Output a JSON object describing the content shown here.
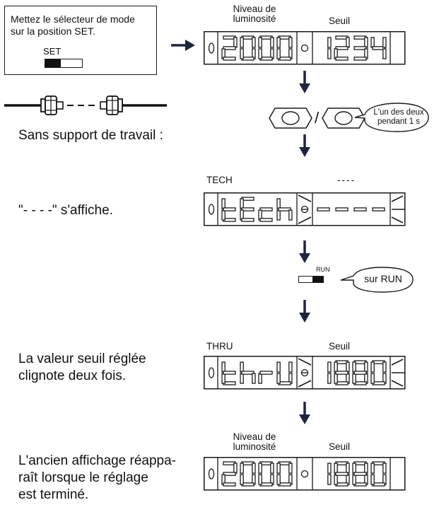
{
  "instruction_box": {
    "text_line1": "Mettez le sélecteur de mode",
    "text_line2": "sur la position SET.",
    "switch_label": "SET"
  },
  "fiber_caption": "Sans support de travail :",
  "display_1": {
    "label_left_1": "Niveau de",
    "label_left_2": "luminosité",
    "label_right": "Seuil",
    "left_value": "2000",
    "right_value": "1234"
  },
  "buttons_step": {
    "separator": "/",
    "callout_line1": "L'un des deux",
    "callout_line2": "pendant 1 s"
  },
  "display_2": {
    "label_left": "TECH",
    "label_right": "----",
    "left_value": "tEch",
    "right_value": "----",
    "caption": "\"- - - -\" s'affiche."
  },
  "run_step": {
    "switch_label": "RUN",
    "callout": "sur RUN"
  },
  "display_3": {
    "label_left": "THRU",
    "label_right": "Seuil",
    "left_value": "thrU",
    "right_value": "1880",
    "caption_line1": "La valeur seuil réglée",
    "caption_line2": "clignote deux fois."
  },
  "display_4": {
    "label_left_1": "Niveau de",
    "label_left_2": "luminosité",
    "label_right": "Seuil",
    "left_value": "2000",
    "right_value": "1880",
    "caption_line1": "L'ancien affichage réappa-",
    "caption_line2": "raît lorsque le réglage",
    "caption_line3": "est terminé."
  },
  "colors": {
    "ink": "#1a1a1a",
    "arrow": "#1f2540"
  }
}
